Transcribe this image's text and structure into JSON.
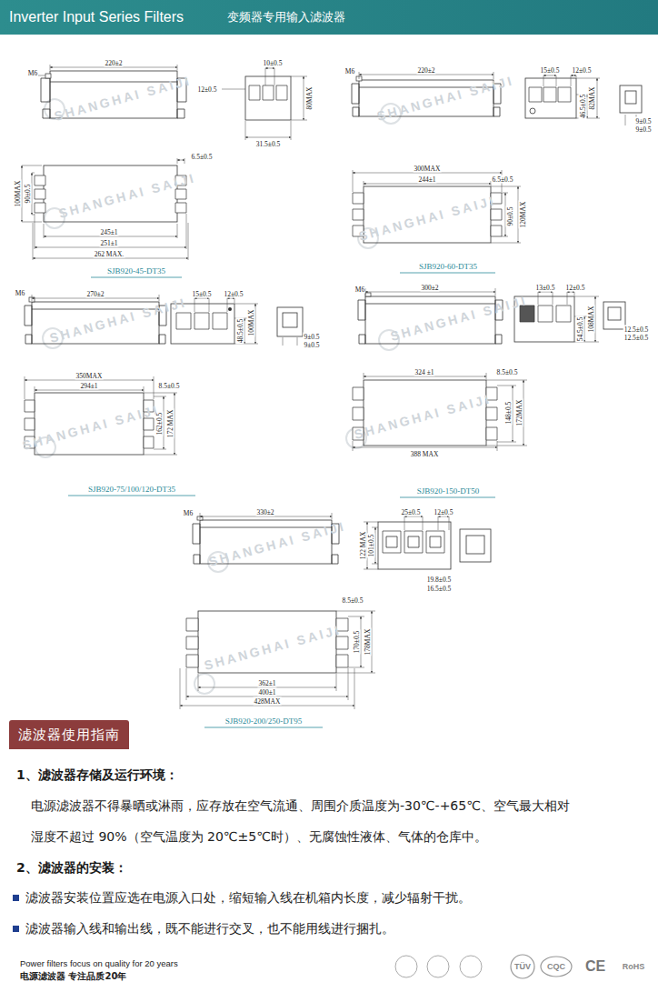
{
  "diagram": {
    "nodes": [
      {
        "text": [
          "Inverter Input Series Filters",
          "变频器专用输入滤波器"
        ]
      },
      {
        "text": [
          "滤波器使用指南"
        ]
      }
    ],
    "labels": [
      "M6",
      "220±2",
      "10±0.5",
      "12±0.5",
      "80MAX",
      "31.5±0.5",
      "6.5±0.5",
      "100MAX",
      "90±0.5",
      "245±1",
      "251±1",
      "262 MAX.",
      "SJB920-45-DT35",
      "M6",
      "220±2",
      "15±0.5",
      "12±0.5",
      "46.5±0.5",
      "82MAX",
      "9±0.5",
      "9±0.5",
      "300MAX",
      "244±1",
      "6.5±0.5",
      "90±0.5",
      "120MAX",
      "SJB920-60-DT35",
      "M6",
      "270±2",
      "15±0.5",
      "12±0.5",
      "48.5±0.5",
      "100MAX",
      "9±0.5",
      "9±0.5",
      "350MAX",
      "294±1",
      "8.5±0.5",
      "162±0.5",
      "172 MAX",
      "SJB920-75/100/120-DT35",
      "M6",
      "300±2",
      "13±0.5",
      "12±0.5",
      "54.5±0.5",
      "108MAX",
      "12.5±0.5",
      "12.5±0.5",
      "324 ±1",
      "8.5±0.5",
      "148±0.5",
      "172MAX",
      "388 MAX",
      "SJB920-150-DT50",
      "M6",
      "330±2",
      "25±0.5",
      "12±0.5",
      "122 MAX",
      "101±0.5",
      "19.8±0.5",
      "16.5±0.5",
      "8.5±0.5",
      "170±0.5",
      "178MAX",
      "362±1",
      "400±1",
      "428MAX",
      "SJB920-200/250-DT95",
      "1、滤波器存储及运行环境：",
      "电源滤波器不得暴晒或淋雨，应存放在空气流通、周围介质温度为-30℃-+65℃、空气最大相对湿度不超过 90%（空气温度为 20℃±5℃时）、无腐蚀性液体、气体的仓库中。",
      "2、滤波器的安装：",
      "滤波器安装位置应选在电源入口处，缩短输入线在机箱内长度，减少辐射干扰。",
      "滤波器输入线和输出线，既不能进行交叉，也不能用线进行捆扎。",
      "Power filters focus on quality for 20 years",
      "电源滤波器 专注品质20年",
      "TÜV",
      "CQC",
      "CE",
      "RoHS",
      "SHANGHAI SAIJI",
      "SHANGHAI SAIJI",
      "SHANGHAI SAIJI",
      "SHANGHAI SAIJI",
      "SHANGHAI SAIJI",
      "SHANGHAI SAIJI",
      "SHANGHAI SAIJI",
      "SHANGHAI SAIJI",
      "SHANGHAI SAIJI",
      "SHANGHAI SAIJI"
    ]
  }
}
